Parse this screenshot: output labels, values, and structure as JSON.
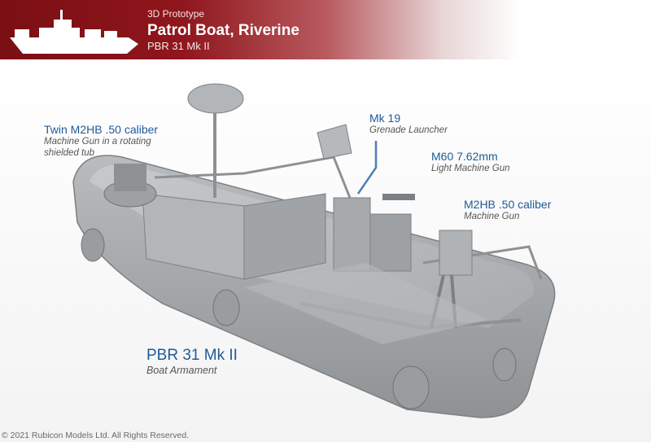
{
  "banner": {
    "eyebrow": "3D Prototype",
    "title": "Patrol Boat, Riverine",
    "subtitle": "PBR 31 Mk II"
  },
  "callouts": {
    "twin_m2hb": {
      "title": "Twin M2HB .50 caliber",
      "desc_line1": "Machine Gun in a rotating",
      "desc_line2": "shielded tub"
    },
    "mk19": {
      "title": "Mk 19",
      "desc": "Grenade Launcher"
    },
    "m60": {
      "title": "M60 7.62mm",
      "desc": "Light Machine Gun"
    },
    "m2hb": {
      "title": "M2HB .50 caliber",
      "desc": "Machine Gun"
    },
    "pbr": {
      "title": "PBR 31 Mk II",
      "desc": "Boat Armament"
    }
  },
  "footer": {
    "copyright": "© 2021 Rubicon Models Ltd. All Rights Reserved."
  },
  "colors": {
    "banner_red": "#8f161c",
    "callout_blue": "#1f5a98",
    "model_grey": "#a9acae"
  }
}
